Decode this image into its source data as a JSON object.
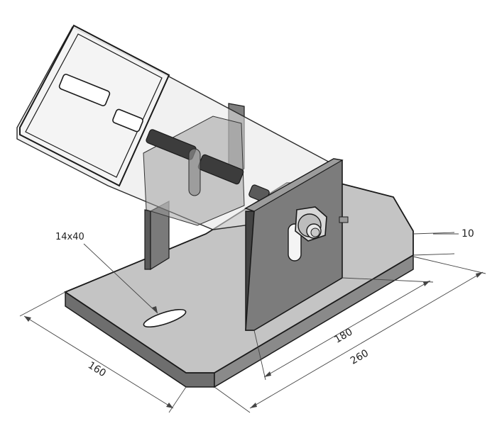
{
  "labels": {
    "slot_callout": "14x40",
    "thickness": "10",
    "width_180": "180",
    "length_260": "260",
    "depth_160": "160"
  }
}
